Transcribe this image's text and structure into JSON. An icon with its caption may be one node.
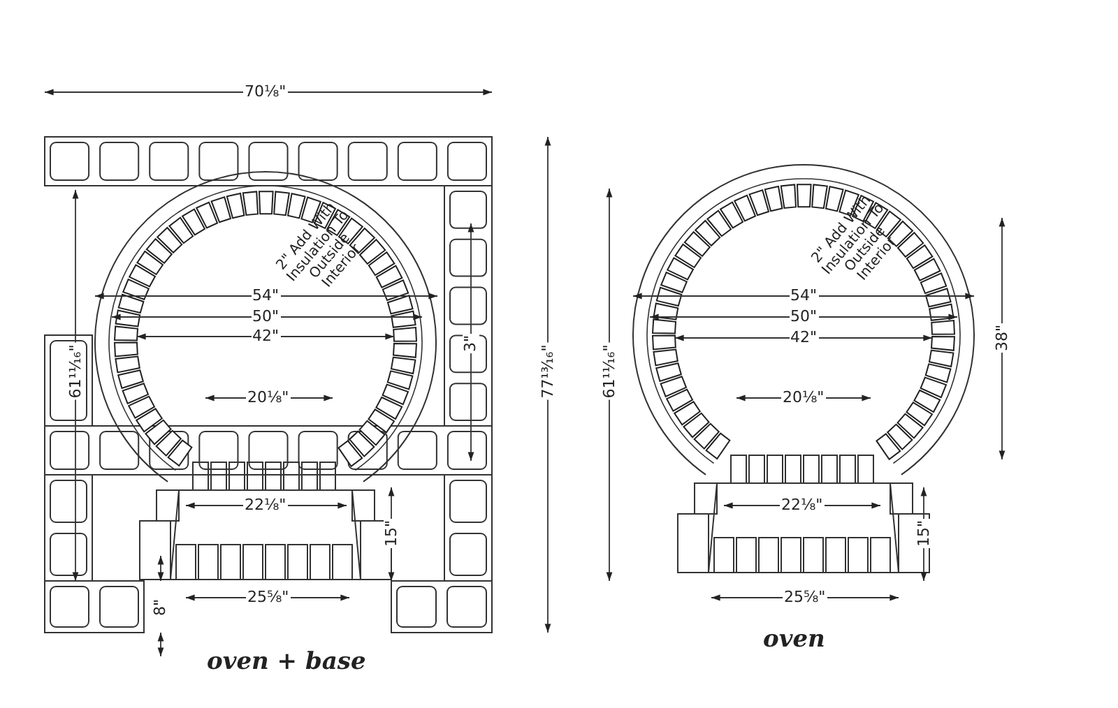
{
  "diagram": {
    "labels": [
      "70⅛\"",
      "2\" Add With Insulation To Outside Interior",
      "54\"",
      "50\"",
      "42\"",
      "3\"",
      "61¹¹⁄₁₆\"",
      "77¹³⁄₁₆\"",
      "20⅛\"",
      "22⅛\"",
      "15\"",
      "8\"",
      "25⅝\"",
      "oven + base",
      "2\" Add With Insulation To Outside Interior",
      "54\"",
      "50\"",
      "42\"",
      "38\"",
      "61¹¹⁄₁₆\"",
      "20⅛\"",
      "22⅛\"",
      "15\"",
      "25⅝\"",
      "oven"
    ]
  }
}
